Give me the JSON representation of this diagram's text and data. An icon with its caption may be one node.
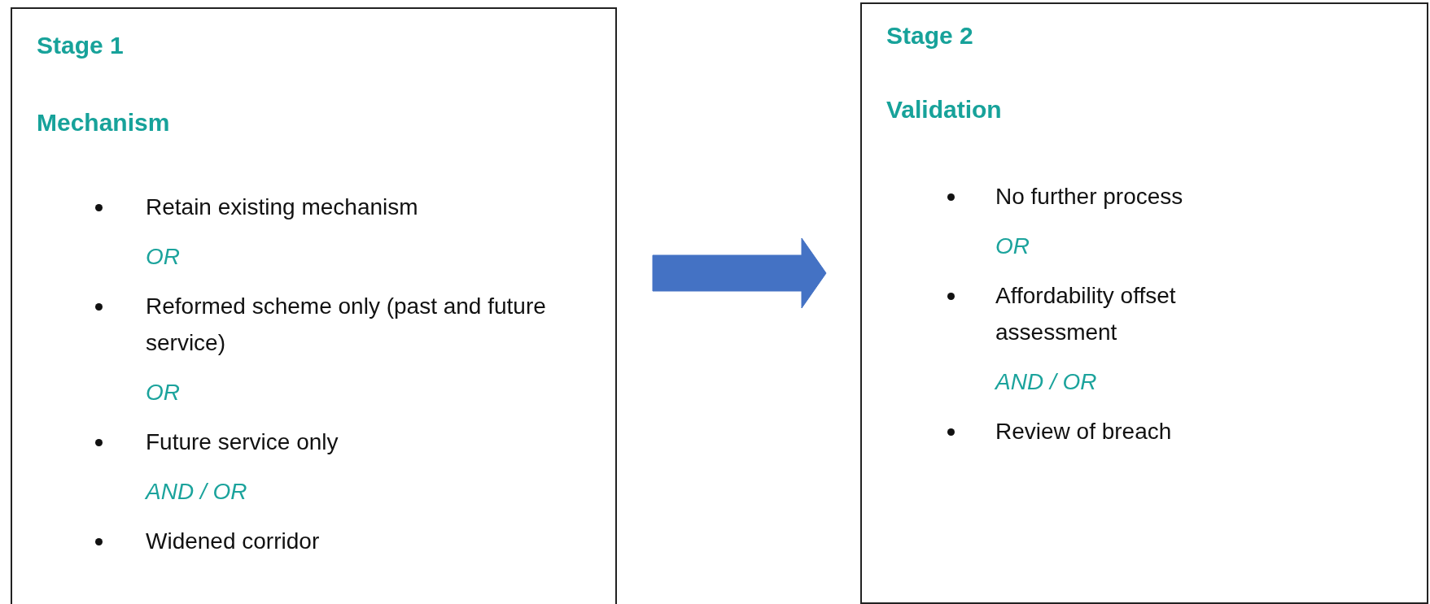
{
  "diagram": {
    "nodes": [
      {
        "text": [
          "Stage 1",
          "Mechanism",
          "Retain existing mechanism",
          "OR",
          "Reformed scheme only (past and future service)",
          "OR",
          "Future service only",
          "AND / OR",
          "Widened corridor"
        ]
      },
      {
        "text": [
          "Stage 2",
          "Validation",
          "No further process",
          "OR",
          "Affordability offset assessment",
          "AND / OR",
          "Review of breach"
        ]
      }
    ],
    "edges": [
      {
        "from": 0,
        "to": 1,
        "arrow": "to",
        "style": "thick",
        "color": "#4472c4"
      }
    ]
  }
}
